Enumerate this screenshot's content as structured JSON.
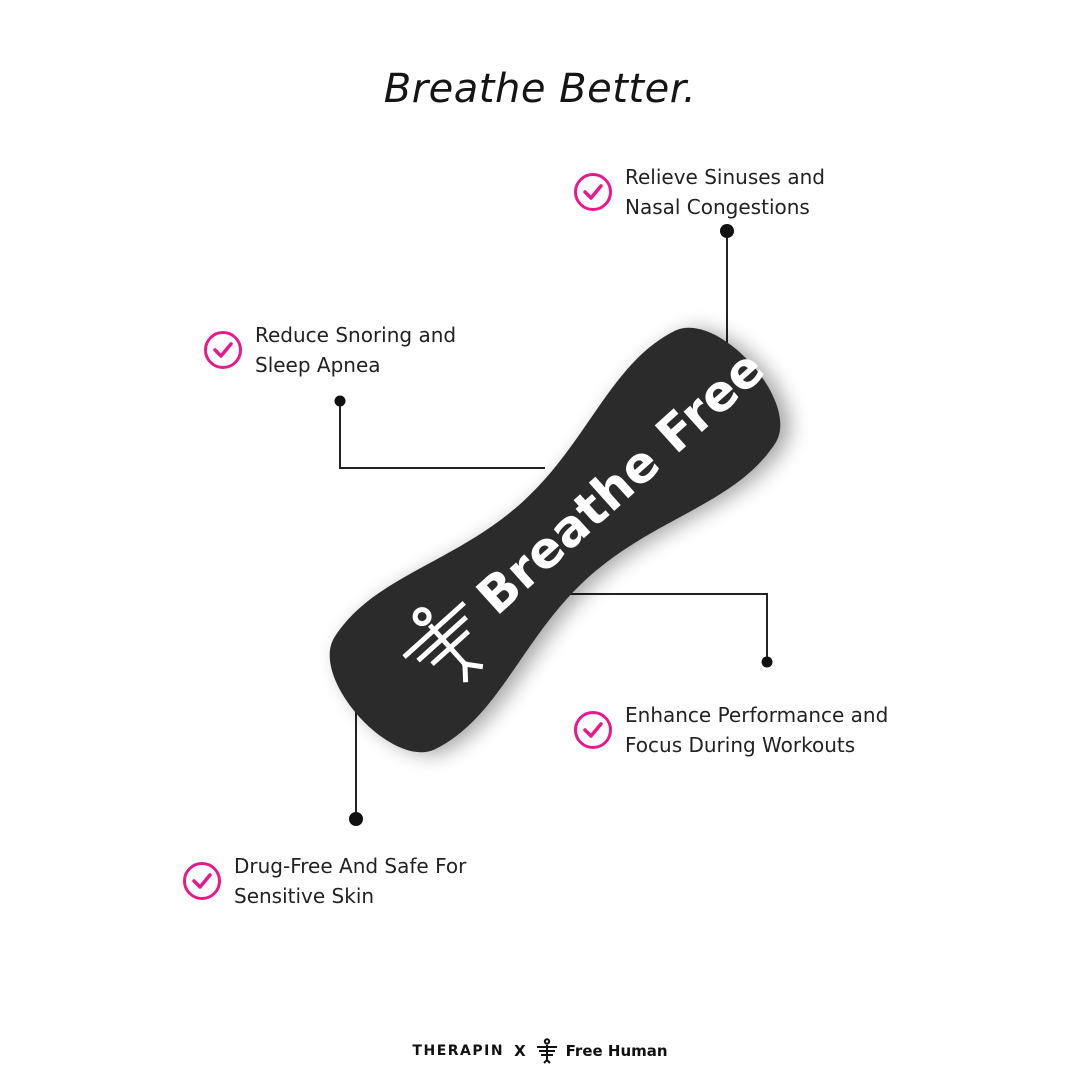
{
  "title": "Breathe Better.",
  "features": [
    {
      "line1": "Relieve Sinuses and",
      "line2": "Nasal Congestions"
    },
    {
      "line1": "Reduce Snoring and",
      "line2": "Sleep Apnea"
    },
    {
      "line1": "Enhance Performance and",
      "line2": "Focus During Workouts"
    },
    {
      "line1": "Drug-Free And Safe For",
      "line2": "Sensitive Skin"
    }
  ],
  "product": {
    "label": "Breathe Free",
    "color": "#2b2b2b",
    "logo_icon": "winged-figure-logo-icon"
  },
  "footer": {
    "brand_left": "THERAPIN",
    "separator": "X",
    "brand_right": "Free Human"
  },
  "colors": {
    "accent": "#e8198b",
    "text": "#222222",
    "strip": "#2b2b2b"
  }
}
